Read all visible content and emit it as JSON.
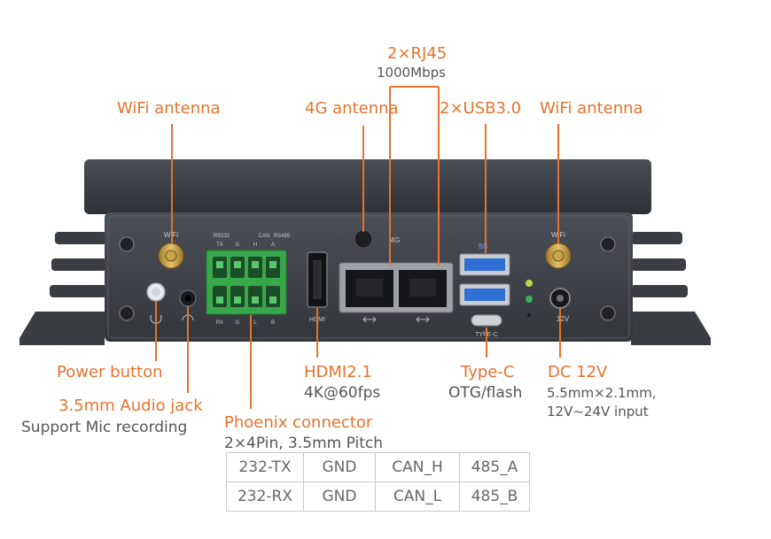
{
  "callouts": {
    "wifi_left": "WiFi antenna",
    "antenna_4g": "4G antenna",
    "rj45_title": "2×RJ45",
    "rj45_sub": "1000Mbps",
    "usb3": "2×USB3.0",
    "wifi_right": "WiFi antenna",
    "power": "Power button",
    "audio_title": "3.5mm Audio jack",
    "audio_sub": "Support Mic recording",
    "phoenix_title": "Phoenix connector",
    "phoenix_sub": "2×4Pin, 3.5mm Pitch",
    "hdmi_title": "HDMI2.1",
    "hdmi_sub": "4K@60fps",
    "typec_title": "Type-C",
    "typec_sub": "OTG/flash",
    "dc_title": "DC 12V",
    "dc_sub1": "5.5mm×2.1mm,",
    "dc_sub2": "12V~24V input"
  },
  "panel_text": {
    "wifi_l": "WiFi",
    "wifi_r": "WiFi",
    "g4": "4G",
    "rs232": "RS232",
    "can": "CAN",
    "rs485": "RS485",
    "top_pins": [
      "TX",
      "G",
      "H",
      "A"
    ],
    "bottom_pins": [
      "RX",
      "G",
      "L",
      "B"
    ],
    "hdmi": "HDMI",
    "usb_logo": "SS",
    "typec": "TYPE-C",
    "v12": "12V"
  },
  "pin_table": [
    [
      "232-TX",
      "GND",
      "CAN_H",
      "485_A"
    ],
    [
      "232-RX",
      "GND",
      "CAN_L",
      "485_B"
    ]
  ],
  "colors": {
    "accent": "#e5732e",
    "chassis": "#3c4046",
    "phoenix": "#38a84a",
    "usb": "#2f6fd6"
  }
}
